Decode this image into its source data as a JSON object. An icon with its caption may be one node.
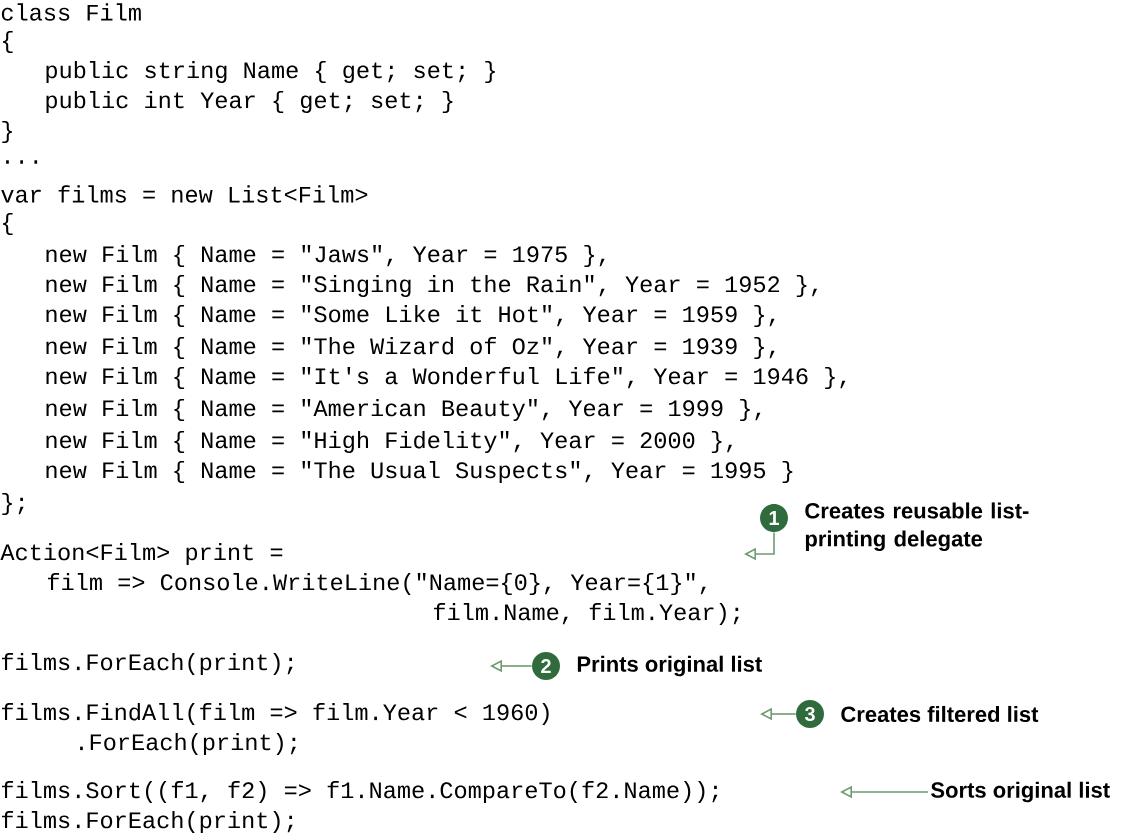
{
  "diagram": {
    "nodes": [
      {
        "text": [
          "1"
        ],
        "beside": [
          "Creates reusable list-printing delegate"
        ]
      },
      {
        "text": [
          "2"
        ],
        "beside": [
          "Prints original list"
        ]
      },
      {
        "text": [
          "3"
        ],
        "beside": [
          "Creates filtered list"
        ]
      },
      {
        "text": [
          "Sorts original list"
        ]
      }
    ],
    "edges": [
      {
        "from": 0,
        "to": null,
        "arrow": "to"
      },
      {
        "from": 1,
        "to": null,
        "arrow": "to"
      },
      {
        "from": 2,
        "to": null,
        "arrow": "to"
      },
      {
        "from": 3,
        "to": null,
        "arrow": "to"
      }
    ],
    "labels": [
      "class Film",
      "{",
      "public string Name { get; set; }",
      "public int Year { get; set; }",
      "}",
      "...",
      "var films = new List<Film>",
      "{",
      "new Film { Name = \"Jaws\", Year = 1975 },",
      "new Film { Name = \"Singing in the Rain\", Year = 1952 },",
      "new Film { Name = \"Some Like it Hot\", Year = 1959 },",
      "new Film { Name = \"The Wizard of Oz\", Year = 1939 },",
      "new Film { Name = \"It's a Wonderful Life\", Year = 1946 },",
      "new Film { Name = \"American Beauty\", Year = 1999 },",
      "new Film { Name = \"High Fidelity\", Year = 2000 },",
      "new Film { Name = \"The Usual Suspects\", Year = 1995 }",
      "};",
      "Action<Film> print =",
      "film => Console.WriteLine(\"Name={0}, Year={1}\",",
      "film.Name, film.Year);",
      "films.ForEach(print);",
      "films.FindAll(film => film.Year < 1960)",
      ".ForEach(print);",
      "films.Sort((f1, f2) => f1.Name.CompareTo(f2.Name));",
      "films.ForEach(print);"
    ]
  }
}
